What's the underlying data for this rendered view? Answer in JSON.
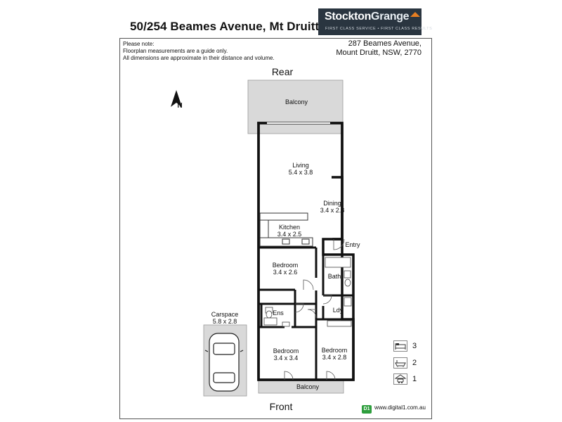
{
  "header": {
    "address_title": "50/254 Beames Avenue, Mt Druitt"
  },
  "logo": {
    "name_part1": "Stockton",
    "name_part2": "Grange",
    "tagline": "FIRST CLASS SERVICE • FIRST CLASS RESULTS",
    "colors": {
      "background": "#2a3540",
      "roof": "#e67e22"
    }
  },
  "notes": {
    "line1": "Please note:",
    "line2": "Floorplan measurements are a guide only.",
    "line3": "All dimensions are approximate in their distance and volume."
  },
  "property_address": {
    "line1": "287 Beames Avenue,",
    "line2": "Mount Druitt, NSW, 2770"
  },
  "orientation": {
    "rear": "Rear",
    "front": "Front",
    "north": "N"
  },
  "rooms": {
    "balcony_rear": "Balcony",
    "living_name": "Living",
    "living_dims": "5.4 x 3.8",
    "dining_name": "Dining",
    "dining_dims": "3.4 x 2.8",
    "kitchen_name": "Kitchen",
    "kitchen_dims": "3.4 x 2.5",
    "entry": "Entry",
    "bedroom1_name": "Bedroom",
    "bedroom1_dims": "3.4 x 2.6",
    "bath": "Bath",
    "laundry": "Ldy",
    "ensuite": "Ens",
    "bedroom2_name": "Bedroom",
    "bedroom2_dims": "3.4 x 3.4",
    "bedroom3_name": "Bedroom",
    "bedroom3_dims": "3.4 x 2.8",
    "balcony_front": "Balcony",
    "carspace_name": "Carspace",
    "carspace_dims": "5.8 x 2.8"
  },
  "legend": {
    "bedrooms_icon": "bed-icon",
    "bedrooms": "3",
    "bathrooms_icon": "bathtub-icon",
    "bathrooms": "2",
    "carspaces_icon": "car-icon",
    "carspaces": "1"
  },
  "footer": {
    "website": "www.digital1.com.au",
    "badge": "D1"
  },
  "colors": {
    "wall": "#111111",
    "balcony_fill": "#d9d9d9",
    "carspace_fill": "#d9d9d9"
  }
}
